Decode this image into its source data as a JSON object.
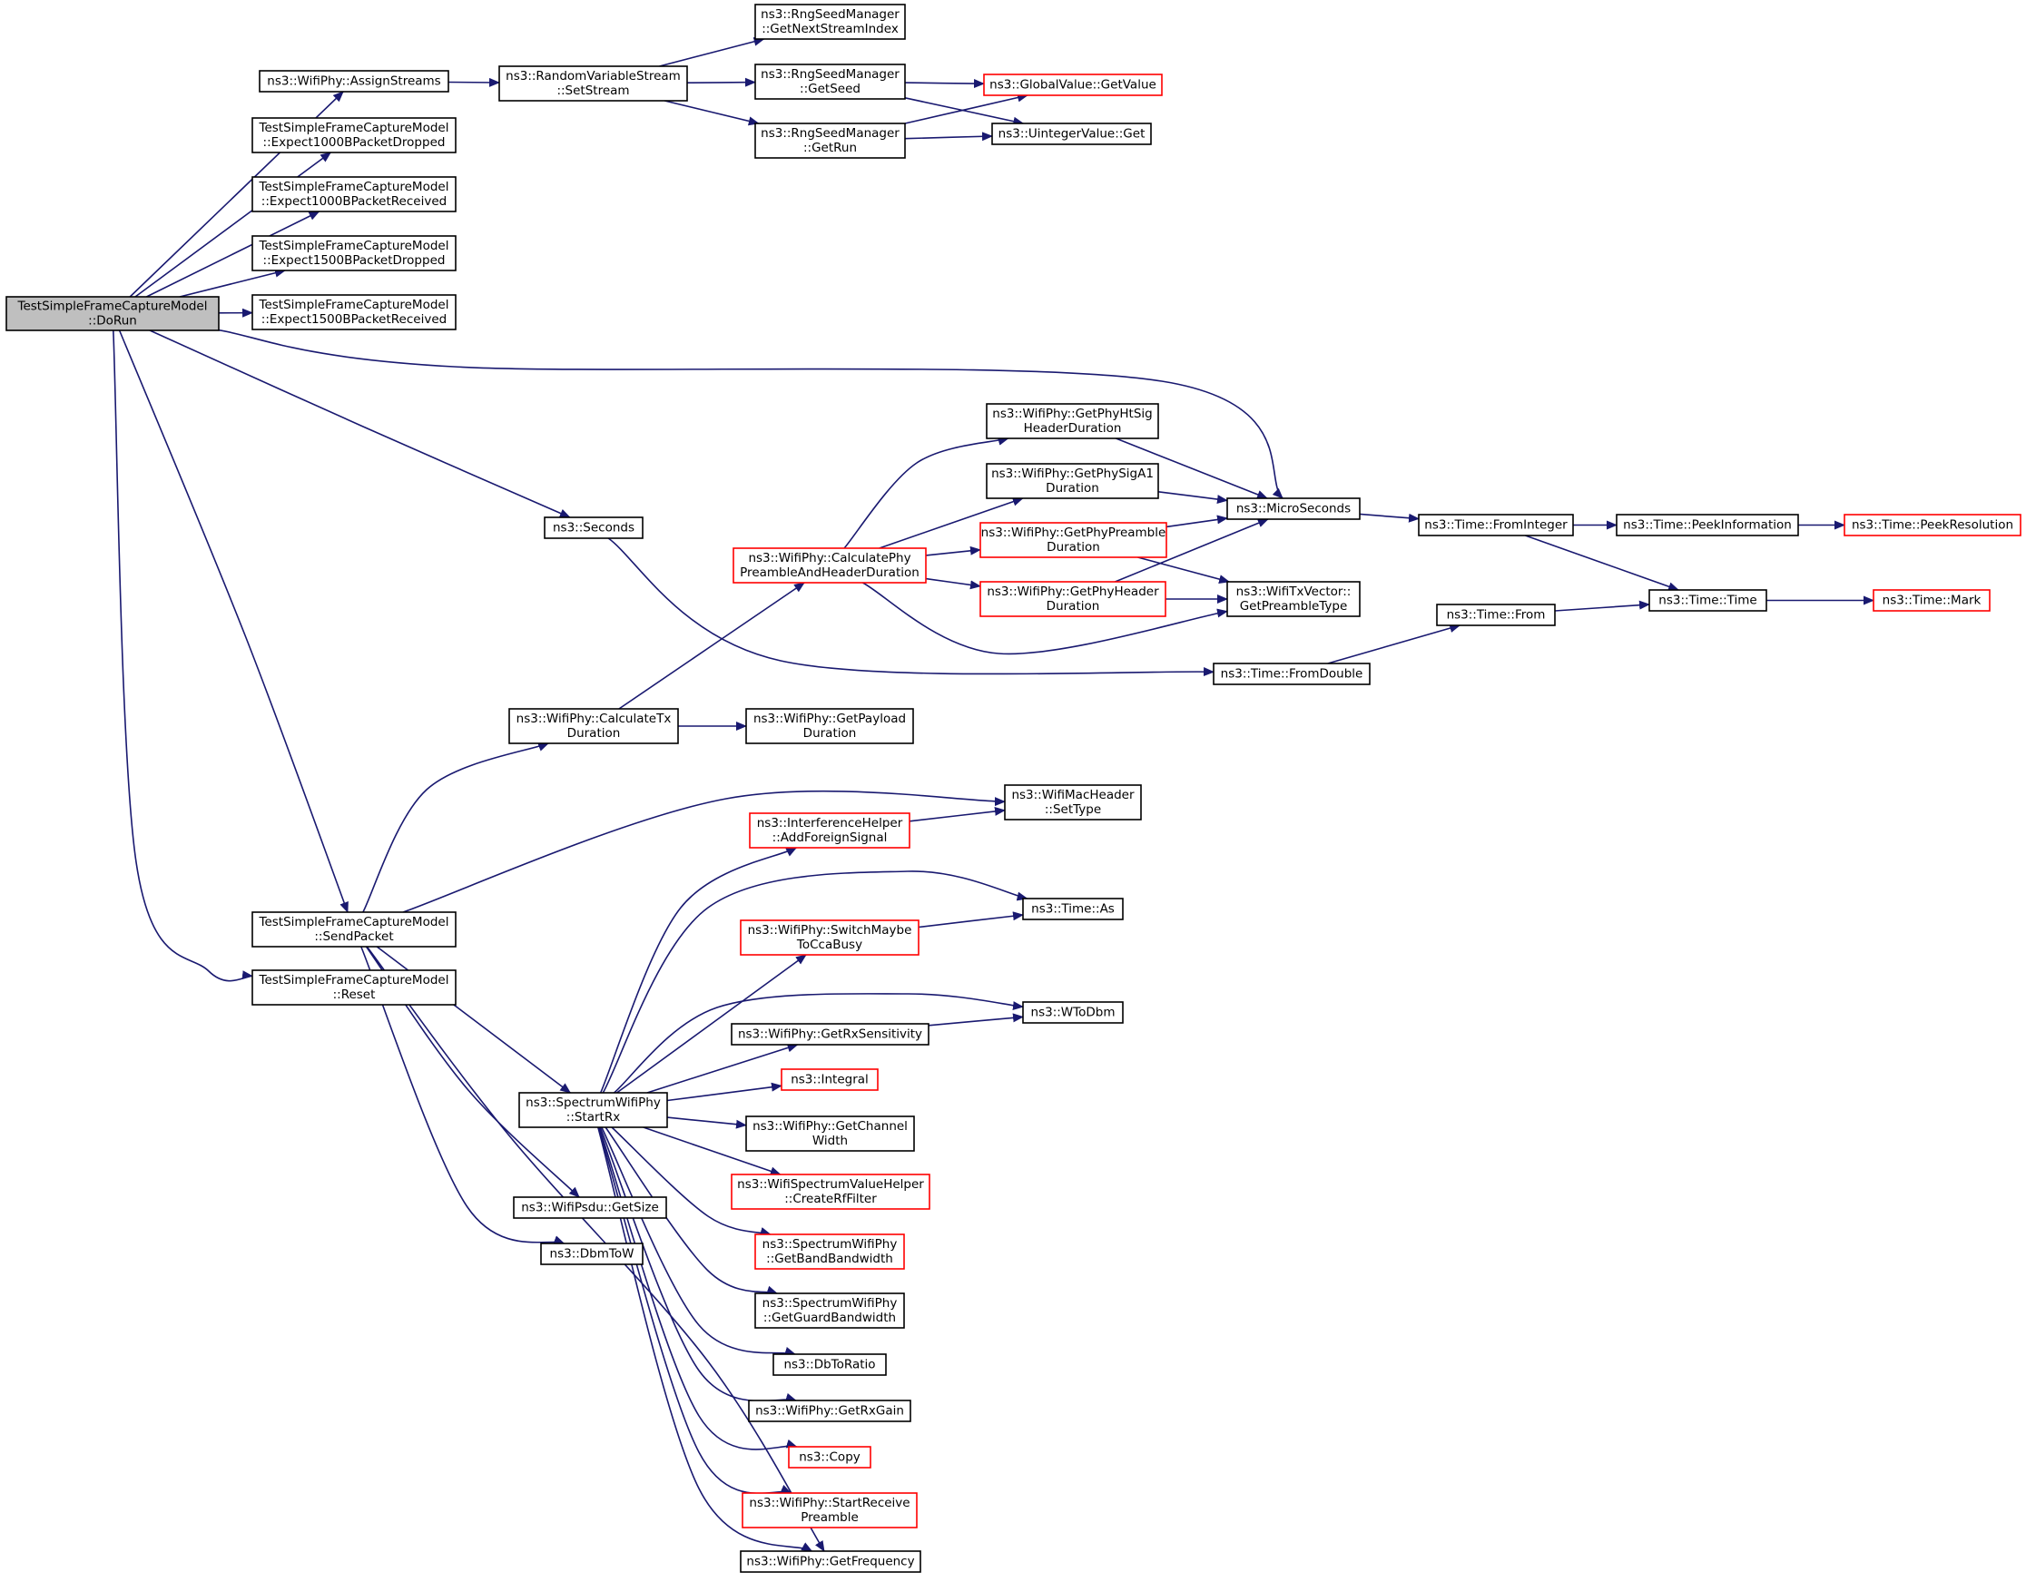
{
  "nodes": [
    {
      "id": "root",
      "lines": [
        "TestSimpleFrameCaptureModel",
        "::DoRun"
      ],
      "style": "root"
    },
    {
      "id": "assign",
      "lines": [
        "ns3::WifiPhy::AssignStreams"
      ],
      "style": "black"
    },
    {
      "id": "e1000d",
      "lines": [
        "TestSimpleFrameCaptureModel",
        "::Expect1000BPacketDropped"
      ],
      "style": "black"
    },
    {
      "id": "e1000r",
      "lines": [
        "TestSimpleFrameCaptureModel",
        "::Expect1000BPacketReceived"
      ],
      "style": "black"
    },
    {
      "id": "e1500d",
      "lines": [
        "TestSimpleFrameCaptureModel",
        "::Expect1500BPacketDropped"
      ],
      "style": "black"
    },
    {
      "id": "e1500r",
      "lines": [
        "TestSimpleFrameCaptureModel",
        "::Expect1500BPacketReceived"
      ],
      "style": "black"
    },
    {
      "id": "send",
      "lines": [
        "TestSimpleFrameCaptureModel",
        "::SendPacket"
      ],
      "style": "black"
    },
    {
      "id": "reset",
      "lines": [
        "TestSimpleFrameCaptureModel",
        "::Reset"
      ],
      "style": "black"
    },
    {
      "id": "setstream",
      "lines": [
        "ns3::RandomVariableStream",
        "::SetStream"
      ],
      "style": "black"
    },
    {
      "id": "nextidx",
      "lines": [
        "ns3::RngSeedManager",
        "::GetNextStreamIndex"
      ],
      "style": "black"
    },
    {
      "id": "getseed",
      "lines": [
        "ns3::RngSeedManager",
        "::GetSeed"
      ],
      "style": "black"
    },
    {
      "id": "getrun",
      "lines": [
        "ns3::RngSeedManager",
        "::GetRun"
      ],
      "style": "black"
    },
    {
      "id": "gvget",
      "lines": [
        "ns3::GlobalValue::GetValue"
      ],
      "style": "red"
    },
    {
      "id": "uintget",
      "lines": [
        "ns3::UintegerValue::Get"
      ],
      "style": "black"
    },
    {
      "id": "seconds",
      "lines": [
        "ns3::Seconds"
      ],
      "style": "black"
    },
    {
      "id": "micro",
      "lines": [
        "ns3::MicroSeconds"
      ],
      "style": "black"
    },
    {
      "id": "htsig",
      "lines": [
        "ns3::WifiPhy::GetPhyHtSig",
        "HeaderDuration"
      ],
      "style": "black"
    },
    {
      "id": "siga1",
      "lines": [
        "ns3::WifiPhy::GetPhySigA1",
        "Duration"
      ],
      "style": "black"
    },
    {
      "id": "preamble",
      "lines": [
        "ns3::WifiPhy::GetPhyPreamble",
        "Duration"
      ],
      "style": "red"
    },
    {
      "id": "header",
      "lines": [
        "ns3::WifiPhy::GetPhyHeader",
        "Duration"
      ],
      "style": "red"
    },
    {
      "id": "calcpre",
      "lines": [
        "ns3::WifiPhy::CalculatePhy",
        "PreambleAndHeaderDuration"
      ],
      "style": "red"
    },
    {
      "id": "txvec",
      "lines": [
        "ns3::WifiTxVector::",
        "GetPreambleType"
      ],
      "style": "black"
    },
    {
      "id": "fromint",
      "lines": [
        "ns3::Time::FromInteger"
      ],
      "style": "black"
    },
    {
      "id": "peekinfo",
      "lines": [
        "ns3::Time::PeekInformation"
      ],
      "style": "black"
    },
    {
      "id": "peekres",
      "lines": [
        "ns3::Time::PeekResolution"
      ],
      "style": "red"
    },
    {
      "id": "time",
      "lines": [
        "ns3::Time::Time"
      ],
      "style": "black"
    },
    {
      "id": "mark",
      "lines": [
        "ns3::Time::Mark"
      ],
      "style": "red"
    },
    {
      "id": "from",
      "lines": [
        "ns3::Time::From"
      ],
      "style": "black"
    },
    {
      "id": "fromdbl",
      "lines": [
        "ns3::Time::FromDouble"
      ],
      "style": "black"
    },
    {
      "id": "calctx",
      "lines": [
        "ns3::WifiPhy::CalculateTx",
        "Duration"
      ],
      "style": "black"
    },
    {
      "id": "payload",
      "lines": [
        "ns3::WifiPhy::GetPayload",
        "Duration"
      ],
      "style": "black"
    },
    {
      "id": "settype",
      "lines": [
        "ns3::WifiMacHeader",
        "::SetType"
      ],
      "style": "black"
    },
    {
      "id": "addforeign",
      "lines": [
        "ns3::InterferenceHelper",
        "::AddForeignSignal"
      ],
      "style": "red"
    },
    {
      "id": "timeas",
      "lines": [
        "ns3::Time::As"
      ],
      "style": "black"
    },
    {
      "id": "switchcca",
      "lines": [
        "ns3::WifiPhy::SwitchMaybe",
        "ToCcaBusy"
      ],
      "style": "red"
    },
    {
      "id": "wtodbm",
      "lines": [
        "ns3::WToDbm"
      ],
      "style": "black"
    },
    {
      "id": "rxsens",
      "lines": [
        "ns3::WifiPhy::GetRxSensitivity"
      ],
      "style": "black"
    },
    {
      "id": "startrx",
      "lines": [
        "ns3::SpectrumWifiPhy",
        "::StartRx"
      ],
      "style": "black"
    },
    {
      "id": "integral",
      "lines": [
        "ns3::Integral"
      ],
      "style": "red"
    },
    {
      "id": "chwidth",
      "lines": [
        "ns3::WifiPhy::GetChannel",
        "Width"
      ],
      "style": "black"
    },
    {
      "id": "rffilter",
      "lines": [
        "ns3::WifiSpectrumValueHelper",
        "::CreateRfFilter"
      ],
      "style": "red"
    },
    {
      "id": "bandbw",
      "lines": [
        "ns3::SpectrumWifiPhy",
        "::GetBandBandwidth"
      ],
      "style": "red"
    },
    {
      "id": "guardbw",
      "lines": [
        "ns3::SpectrumWifiPhy",
        "::GetGuardBandwidth"
      ],
      "style": "black"
    },
    {
      "id": "psdusize",
      "lines": [
        "ns3::WifiPsdu::GetSize"
      ],
      "style": "black"
    },
    {
      "id": "dbmtow",
      "lines": [
        "ns3::DbmToW"
      ],
      "style": "black"
    },
    {
      "id": "dbtoratio",
      "lines": [
        "ns3::DbToRatio"
      ],
      "style": "black"
    },
    {
      "id": "rxgain",
      "lines": [
        "ns3::WifiPhy::GetRxGain"
      ],
      "style": "black"
    },
    {
      "id": "copy",
      "lines": [
        "ns3::Copy"
      ],
      "style": "red"
    },
    {
      "id": "startrecv",
      "lines": [
        "ns3::WifiPhy::StartReceive",
        "Preamble"
      ],
      "style": "red"
    },
    {
      "id": "getfreq",
      "lines": [
        "ns3::WifiPhy::GetFrequency"
      ],
      "style": "black"
    }
  ],
  "colors": {
    "edge": "#191970",
    "red_border": "#ff0000",
    "root_fill": "#bfbfbf",
    "border": "#000000"
  }
}
